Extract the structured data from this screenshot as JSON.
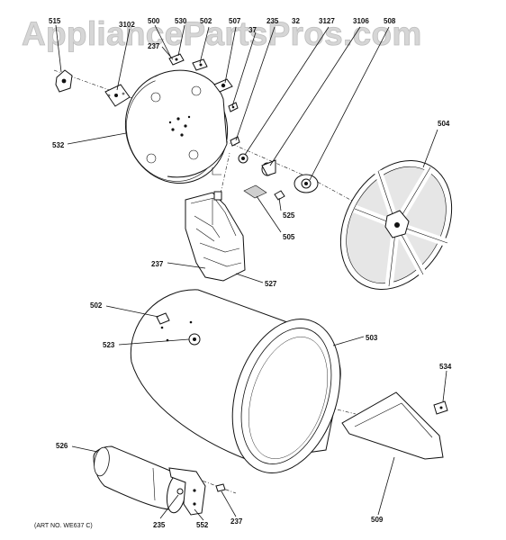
{
  "watermark": "AppliancePartsPros.com",
  "art_number": "(ART NO. WE637 C)",
  "labels": {
    "p515": "515",
    "p3102": "3102",
    "p500": "500",
    "p530": "530",
    "p237_top": "237",
    "p502_top": "502",
    "p507": "507",
    "p37": "37",
    "p235_top": "235",
    "p3127_pre": "32",
    "p3127": "3127",
    "p3106": "3106",
    "p508": "508",
    "p504": "504",
    "p532": "532",
    "p525": "525",
    "p505": "505",
    "p237_mid": "237",
    "p527": "527",
    "p502": "502",
    "p523": "523",
    "p503": "503",
    "p534": "534",
    "p526": "526",
    "p235_bot": "235",
    "p552": "552",
    "p237_bot": "237",
    "p509": "509"
  }
}
